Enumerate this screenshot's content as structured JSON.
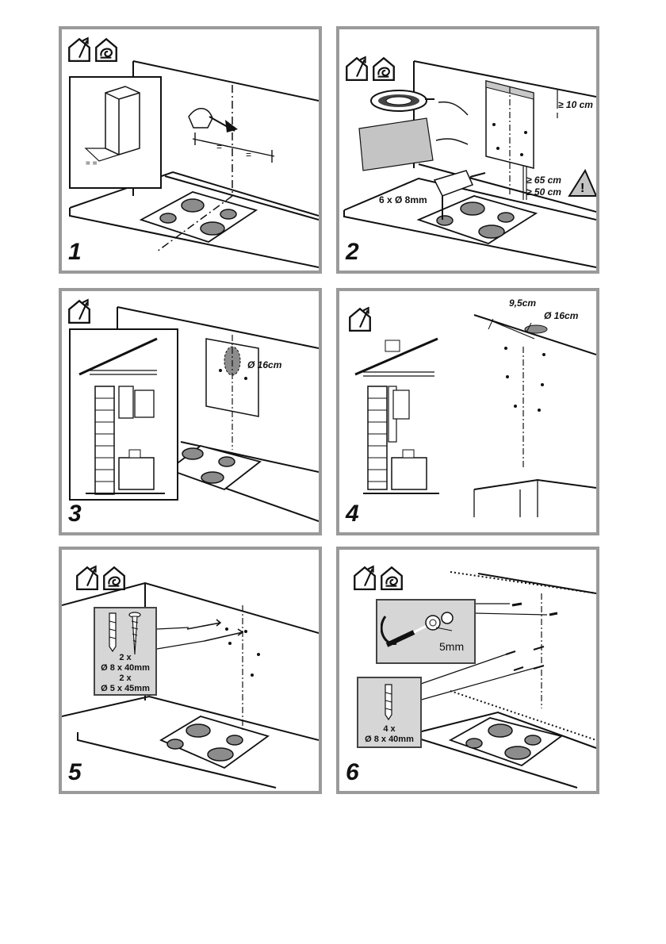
{
  "steps": [
    {
      "number": "1"
    },
    {
      "number": "2",
      "labels": {
        "gap_top": "≥ 10 cm",
        "height_gas": "≥ 65 cm",
        "height_electric": "≥ 50 cm",
        "drill": "6 x Ø 8mm"
      }
    },
    {
      "number": "3",
      "labels": {
        "diameter": "Ø 16cm"
      }
    },
    {
      "number": "4",
      "labels": {
        "offset": "9,5cm",
        "diameter": "Ø 16cm"
      }
    },
    {
      "number": "5",
      "labels": {
        "qty_a": "2 x",
        "size_a": "Ø 8 x 40mm",
        "qty_b": "2 x",
        "size_b": "Ø 5 x 45mm"
      }
    },
    {
      "number": "6",
      "labels": {
        "screw_len": "5mm",
        "qty": "4 x",
        "size": "Ø 8 x 40mm"
      }
    }
  ],
  "icons": {
    "p1": [
      "ducted-exhaust-icon",
      "recirculation-icon"
    ],
    "p2": [
      "ducted-exhaust-icon",
      "recirculation-icon"
    ],
    "p3": [
      "ducted-exhaust-icon"
    ],
    "p4": [
      "ducted-exhaust-icon"
    ],
    "p5": [
      "ducted-exhaust-icon",
      "recirculation-icon"
    ],
    "p6": [
      "ducted-exhaust-icon",
      "recirculation-icon"
    ]
  },
  "colors": {
    "frame": "#9a9a9a",
    "fill_grey": "#8c8c8c",
    "callout_bg": "#d6d6d6"
  }
}
